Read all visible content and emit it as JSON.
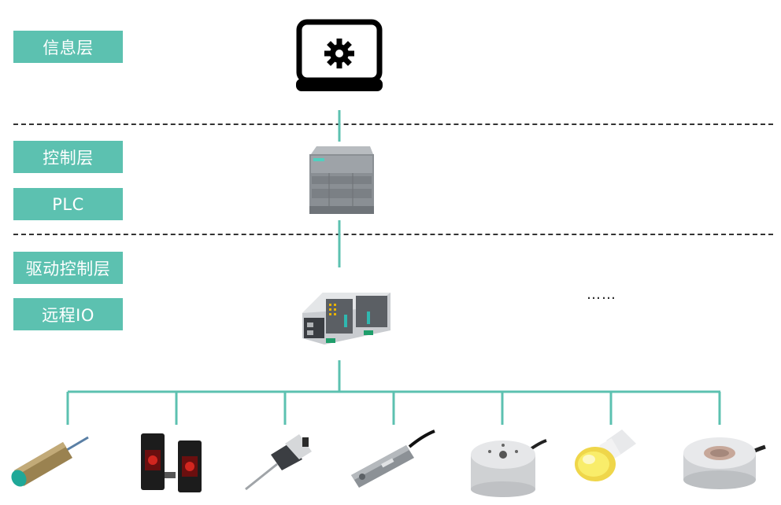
{
  "layers": {
    "info": "信息层",
    "control": "控制层",
    "plc": "PLC",
    "drive_control": "驱动控制层",
    "remote_io": "远程IO"
  },
  "more_indicator": "……",
  "colors": {
    "accent": "#5cc1b0",
    "connector": "#5cc1b0",
    "divider": "#333333"
  },
  "icons": {
    "top": "laptop-gear-icon",
    "plc": "plc-module",
    "io": "remote-io-module",
    "devices": [
      "inductive-proximity-sensor",
      "photoelectric-sensor-pair",
      "linear-displacement-sensor",
      "magnetic-cylinder-switch",
      "load-cell",
      "indicator-lamp",
      "ring-load-cell"
    ]
  }
}
